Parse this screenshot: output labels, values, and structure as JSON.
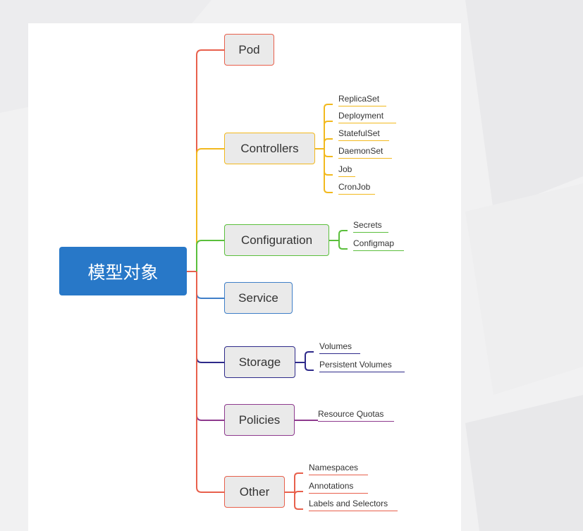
{
  "root": {
    "label": "模型对象",
    "color": "#2878c8"
  },
  "branches": [
    {
      "id": "pod",
      "label": "Pod",
      "color": "#e8604c",
      "children": []
    },
    {
      "id": "controllers",
      "label": "Controllers",
      "color": "#f2b91e",
      "children": [
        "ReplicaSet",
        "Deployment",
        "StatefulSet",
        "DaemonSet",
        "Job",
        "CronJob"
      ]
    },
    {
      "id": "configuration",
      "label": "Configuration",
      "color": "#5bbf3c",
      "children": [
        "Secrets",
        "Configmap"
      ]
    },
    {
      "id": "service",
      "label": "Service",
      "color": "#3f7fc8",
      "children": []
    },
    {
      "id": "storage",
      "label": "Storage",
      "color": "#2e2a8a",
      "children": [
        "Volumes",
        "Persistent Volumes"
      ]
    },
    {
      "id": "policies",
      "label": "Policies",
      "color": "#8e3a8e",
      "children": [
        "Resource Quotas"
      ]
    },
    {
      "id": "other",
      "label": "Other",
      "color": "#e8604c",
      "children": [
        "Namespaces",
        "Annotations",
        "Labels and Selectors"
      ]
    }
  ]
}
